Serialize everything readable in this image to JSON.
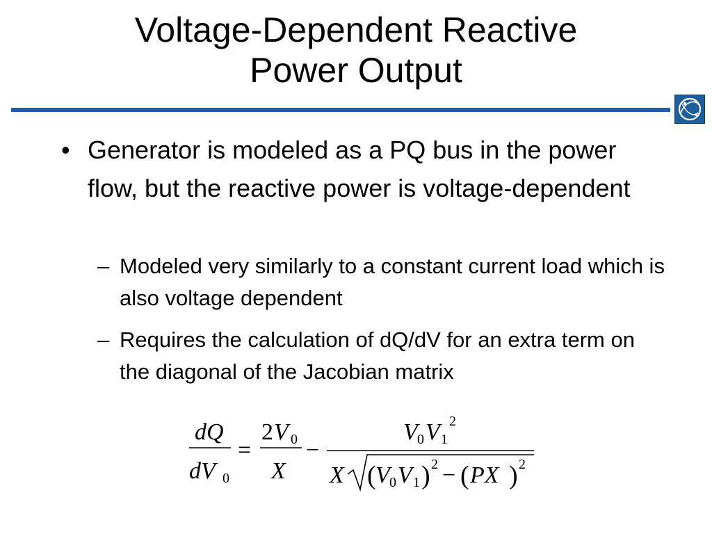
{
  "slide": {
    "title_line1": "Voltage-Dependent Reactive",
    "title_line2": "Power Output",
    "accent_color": "#1c5fa9",
    "logo_icon": "circular-orbit-logo-icon"
  },
  "bullets": [
    {
      "marker": "•",
      "text": "Generator is modeled as a PQ bus in the power flow, but the reactive power is voltage-dependent",
      "subitems": [
        {
          "marker": "–",
          "text": "Modeled very similarly to a constant current load which is also voltage dependent"
        },
        {
          "marker": "–",
          "text": "Requires the calculation of dQ/dV for an extra term on the diagonal of the Jacobian matrix"
        }
      ]
    }
  ],
  "equation": {
    "lhs_num": "dQ",
    "lhs_den_var": "dV",
    "lhs_den_sub": "0",
    "eq": "=",
    "term1_coef": "2",
    "term1_var": "V",
    "term1_sub": "0",
    "term1_den": "X",
    "minus": "−",
    "term2_num_v0": "V",
    "term2_num_v0_sub": "0",
    "term2_num_v1": "V",
    "term2_num_v1_sub": "1",
    "term2_num_exp": "2",
    "term2_den_x": "X",
    "term2_den_v0": "V",
    "term2_den_v0_sub": "0",
    "term2_den_v1": "V",
    "term2_den_v1_sub": "1",
    "term2_den_exp1": "2",
    "term2_den_minus": "−",
    "term2_den_px": "PX",
    "term2_den_exp2": "2",
    "paren_open": "(",
    "paren_close": ")"
  }
}
